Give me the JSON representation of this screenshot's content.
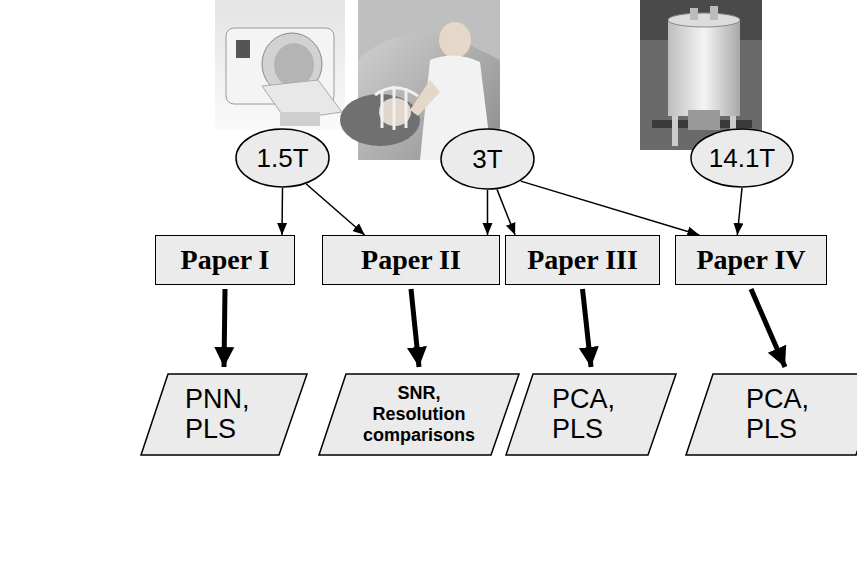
{
  "diagram": {
    "nodes": [
      {
        "text": [
          "1.5T"
        ]
      },
      {
        "text": [
          "3T"
        ]
      },
      {
        "text": [
          "14.1T"
        ]
      },
      {
        "text": [
          "Paper I"
        ]
      },
      {
        "text": [
          "Paper II"
        ]
      },
      {
        "text": [
          "Paper III"
        ]
      },
      {
        "text": [
          "Paper IV"
        ]
      },
      {
        "text": [
          "PNN, PLS"
        ]
      },
      {
        "text": [
          "SNR, Resolution comparisons"
        ]
      },
      {
        "text": [
          "PCA, PLS"
        ]
      },
      {
        "text": [
          "PCA, PLS"
        ]
      }
    ],
    "edges": [
      {
        "from": 0,
        "to": 3,
        "arrow": "to"
      },
      {
        "from": 0,
        "to": 4,
        "arrow": "to"
      },
      {
        "from": 1,
        "to": 4,
        "arrow": "to"
      },
      {
        "from": 1,
        "to": 5,
        "arrow": "to"
      },
      {
        "from": 1,
        "to": 6,
        "arrow": "to"
      },
      {
        "from": 2,
        "to": 6,
        "arrow": "to"
      },
      {
        "from": 3,
        "to": 7,
        "arrow": "to"
      },
      {
        "from": 4,
        "to": 8,
        "arrow": "to"
      },
      {
        "from": 5,
        "to": 9,
        "arrow": "to"
      },
      {
        "from": 6,
        "to": 10,
        "arrow": "to"
      }
    ]
  }
}
